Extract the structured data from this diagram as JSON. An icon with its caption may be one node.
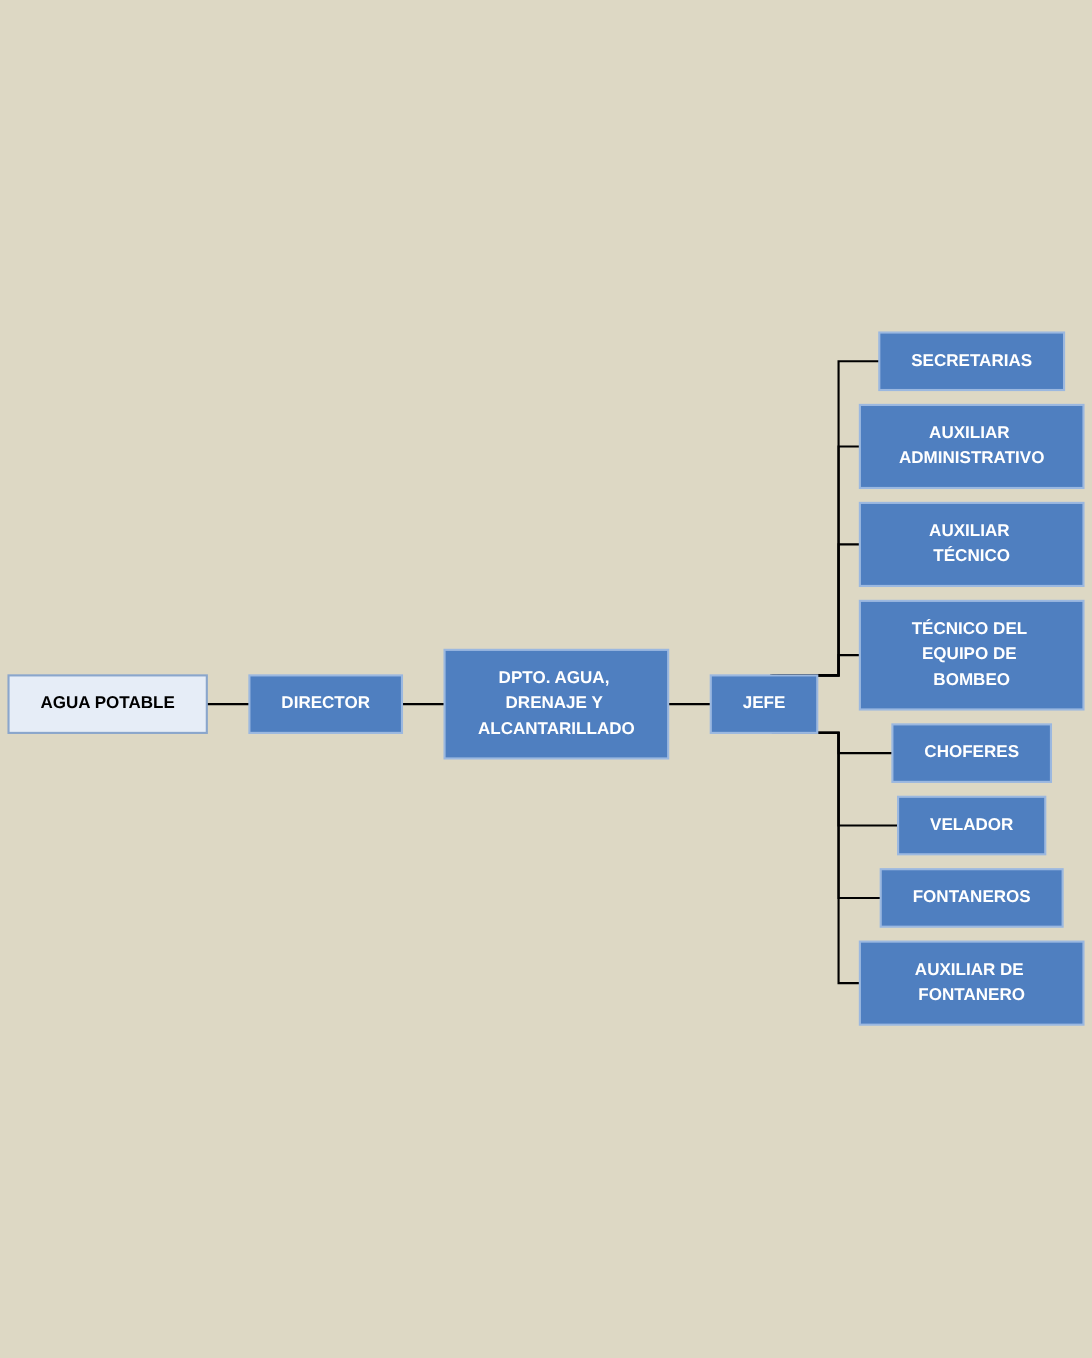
{
  "diagram": {
    "nodes": [
      {
        "text": [
          "AGUA POTABLE"
        ]
      },
      {
        "text": [
          "DIRECTOR"
        ]
      },
      {
        "text": [
          "DPTO. AGUA, DRENAJE Y ALCANTARILLADO"
        ]
      },
      {
        "text": [
          "JEFE"
        ]
      },
      {
        "text": [
          "SECRETARIAS"
        ]
      },
      {
        "text": [
          "AUXILIAR ADMINISTRATIVO"
        ]
      },
      {
        "text": [
          "AUXILIAR TÉCNICO"
        ]
      },
      {
        "text": [
          "TÉCNICO DEL EQUIPO DE BOMBEO"
        ]
      },
      {
        "text": [
          "CHOFERES"
        ]
      },
      {
        "text": [
          "VELADOR"
        ]
      },
      {
        "text": [
          "FONTANEROS"
        ]
      },
      {
        "text": [
          "AUXILIAR DE FONTANERO"
        ]
      }
    ],
    "edges": [
      {
        "from": 0,
        "to": 1,
        "arrow": "none"
      },
      {
        "from": 1,
        "to": 2,
        "arrow": "none"
      },
      {
        "from": 2,
        "to": 3,
        "arrow": "none"
      },
      {
        "from": 3,
        "to": 4,
        "arrow": "none"
      },
      {
        "from": 3,
        "to": 5,
        "arrow": "none"
      },
      {
        "from": 3,
        "to": 6,
        "arrow": "none"
      },
      {
        "from": 3,
        "to": 7,
        "arrow": "none"
      },
      {
        "from": 3,
        "to": 8,
        "arrow": "none"
      },
      {
        "from": 3,
        "to": 9,
        "arrow": "none"
      },
      {
        "from": 3,
        "to": 10,
        "arrow": "none"
      },
      {
        "from": 3,
        "to": 11,
        "arrow": "none"
      }
    ]
  }
}
